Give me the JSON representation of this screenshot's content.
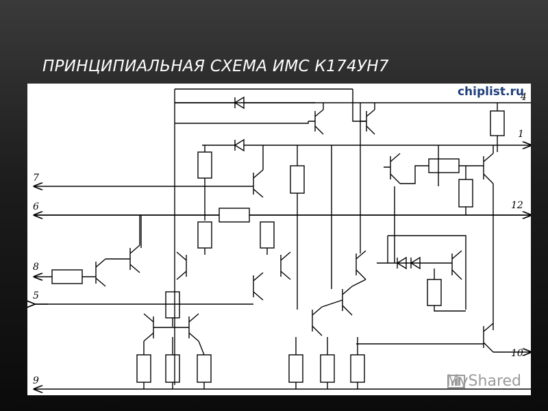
{
  "slide": {
    "title": "ПРИНЦИПИАЛЬНАЯ СХЕМА ИМС К174УН7"
  },
  "watermarks": {
    "top": "chiplist.ru",
    "bottom": "MyShared"
  },
  "pins": {
    "p1": "1",
    "p5": "5",
    "p6": "6",
    "p7": "7",
    "p8": "8",
    "p9": "9",
    "p10": "10",
    "p12": "12",
    "p4": "4"
  },
  "colors": {
    "background": "#1c1c1c",
    "figure_bg": "#ffffff",
    "ink": "#000000",
    "chiplist_blue": "#1e3f7a"
  }
}
